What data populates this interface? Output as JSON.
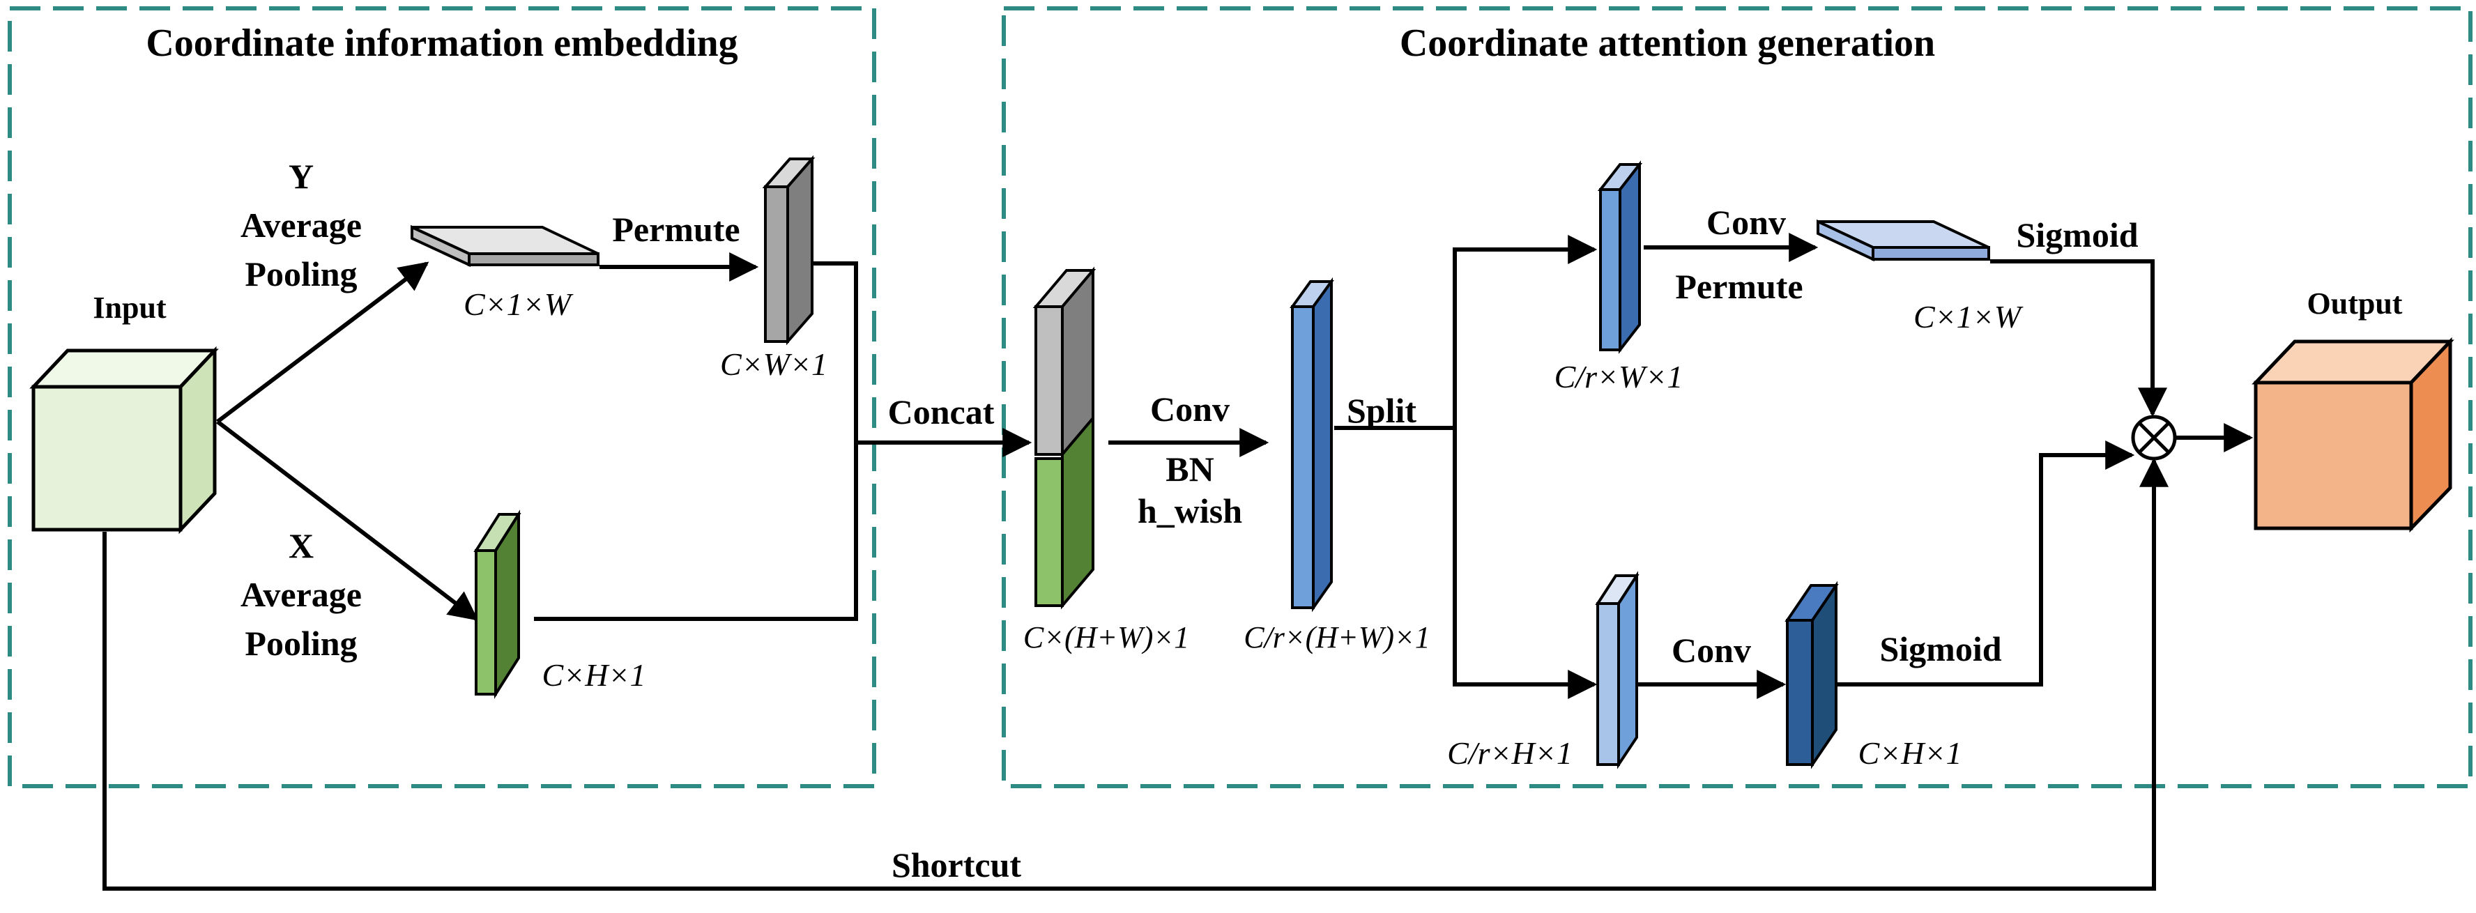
{
  "panels": {
    "embedding_title": "Coordinate information embedding",
    "attention_title": "Coordinate attention generation"
  },
  "labels": {
    "input": "Input",
    "output": "Output",
    "y_pool_1": "Y",
    "y_pool_2": "Average",
    "y_pool_3": "Pooling",
    "x_pool_1": "X",
    "x_pool_2": "Average",
    "x_pool_3": "Pooling",
    "permute_top": "Permute",
    "concat": "Concat",
    "conv_main": "Conv",
    "bn": "BN",
    "h_wish": "h_wish",
    "split": "Split",
    "conv_top": "Conv",
    "permute_right": "Permute",
    "sigmoid_top": "Sigmoid",
    "conv_bottom": "Conv",
    "sigmoid_bottom": "Sigmoid",
    "shortcut": "Shortcut"
  },
  "dims": {
    "c_1_w": "C×1×W",
    "c_w_1": "C×W×1",
    "c_h_1": "C×H×1",
    "c_hw_1": "C×(H+W)×1",
    "cr_hw_1": "C/r×(H+W)×1",
    "cr_w_1": "C/r×W×1",
    "c_1_w_right": "C×1×W",
    "cr_h_1": "C/r×H×1",
    "c_h_1_right": "C×H×1"
  },
  "colors": {
    "panel_border": "#2E8B84",
    "input_cube": "#E6F2DA",
    "output_cube": "#F4B48A",
    "gray_block": "#BFBFBF",
    "green_block": "#8DC26A",
    "blue_block": "#6FA0DA",
    "light_blue_block": "#B8CCEC",
    "dark_blue_block": "#2E5E97"
  }
}
